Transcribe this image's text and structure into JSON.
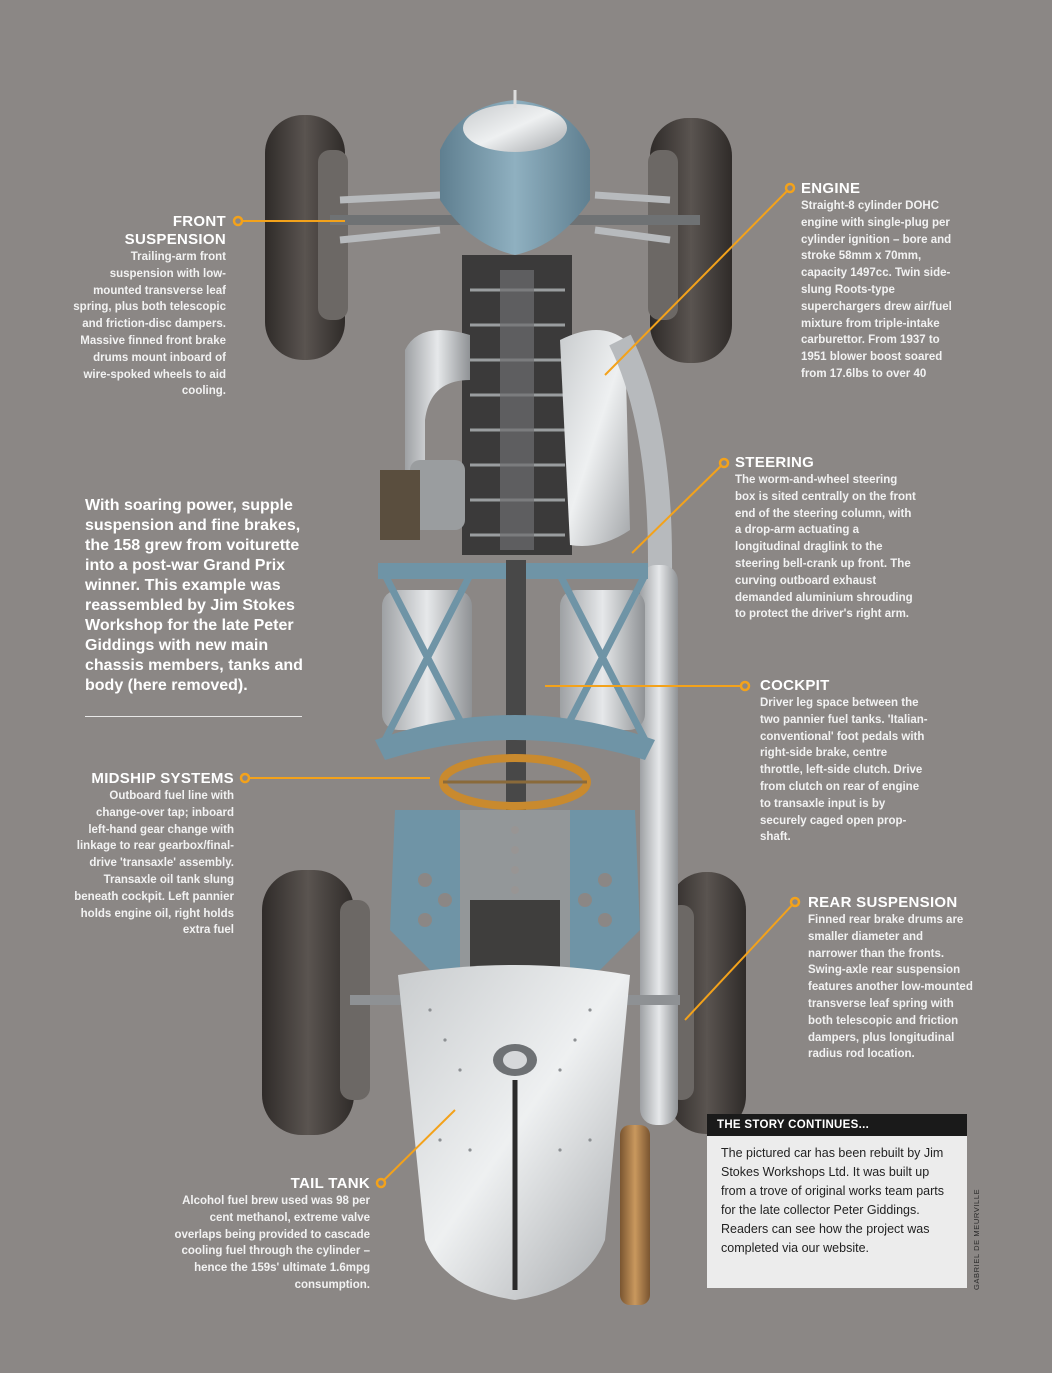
{
  "accent_color": "#f3a21b",
  "intro": {
    "text": "With soaring power, supple suspension and fine brakes, the 158 grew from voiturette into a post-war Grand Prix winner. This example was reassembled by Jim Stokes Workshop for the late Peter Giddings with new main chassis members, tanks and body (here removed)."
  },
  "callouts": {
    "front_suspension": {
      "title_line1": "FRONT",
      "title_line2": "SUSPENSION",
      "body": "Trailing-arm front suspension with low-mounted transverse leaf spring, plus both telescopic and friction-disc dampers. Massive finned front brake drums mount inboard of wire-spoked wheels to aid cooling."
    },
    "engine": {
      "title": "ENGINE",
      "body": "Straight-8 cylinder DOHC engine with single-plug per cylinder ignition – bore and stroke 58mm x 70mm, capacity 1497cc. Twin side-slung Roots-type superchargers drew air/fuel mixture from triple-intake carburettor. From 1937 to 1951 blower boost soared from 17.6lbs to over 40"
    },
    "steering": {
      "title": "STEERING",
      "body": "The worm-and-wheel steering box is sited centrally on the front end of the steering column, with a drop-arm actuating a longitudinal draglink to the steering bell-crank up front. The curving outboard exhaust demanded aluminium shrouding to protect the driver's right arm."
    },
    "cockpit": {
      "title": "COCKPIT",
      "body": "Driver leg space between the two pannier fuel tanks. 'Italian-conventional' foot pedals with right-side brake, centre throttle, left-side clutch. Drive from clutch on rear of engine to transaxle input is by securely caged open prop-shaft."
    },
    "midship": {
      "title": "MIDSHIP SYSTEMS",
      "body": "Outboard fuel line with change-over tap; inboard left-hand gear change with linkage to rear gearbox/final-drive 'transaxle' assembly. Transaxle oil tank slung beneath cockpit. Left pannier holds engine oil, right  holds extra fuel"
    },
    "rear_suspension": {
      "title": "REAR SUSPENSION",
      "body": "Finned rear brake drums are smaller diameter and narrower than the fronts. Swing-axle rear suspension features another low-mounted transverse leaf spring with both telescopic and friction dampers, plus longitudinal radius rod location."
    },
    "tail_tank": {
      "title": "TAIL TANK",
      "body": "Alcohol fuel brew used was 98 per cent methanol, extreme valve overlaps being provided to cascade cooling fuel through the cylinder – hence the 159s' ultimate 1.6mpg consumption."
    }
  },
  "story": {
    "heading": "THE STORY CONTINUES...",
    "body": "The pictured car has been rebuilt by Jim Stokes Workshops Ltd. It was built up from a trove of original works team parts for the late collector Peter Giddings. Readers can see how the project was completed via our website."
  },
  "credit": "GABRIEL DE MEURVILLE"
}
